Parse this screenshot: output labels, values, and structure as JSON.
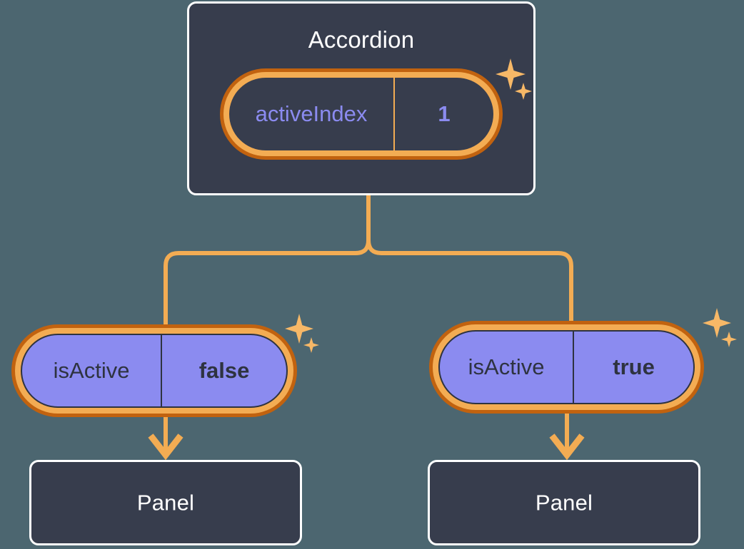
{
  "diagram": {
    "title_visible": false,
    "background_color": "#4c6670",
    "accent_color": "#f3ac53",
    "accent_dark_color": "#c1620f",
    "node_fill_color": "#373d4d",
    "node_border_color": "#ffffff",
    "state_fill_color": "#8b8bf0",
    "state_text_color": "#2e3340",
    "prop_text_color": "#8b8bf0"
  },
  "root": {
    "label": "Accordion",
    "state": {
      "key": "activeIndex",
      "value": "1"
    },
    "sparkle_icon": "sparkles-icon"
  },
  "branches": [
    {
      "state": {
        "key": "isActive",
        "value": "false"
      },
      "panel": {
        "label": "Panel"
      },
      "sparkle_icon": "sparkles-icon",
      "arrow_icon": "arrow-down-icon"
    },
    {
      "state": {
        "key": "isActive",
        "value": "true"
      },
      "panel": {
        "label": "Panel"
      },
      "sparkle_icon": "sparkles-icon",
      "arrow_icon": "arrow-down-icon"
    }
  ]
}
